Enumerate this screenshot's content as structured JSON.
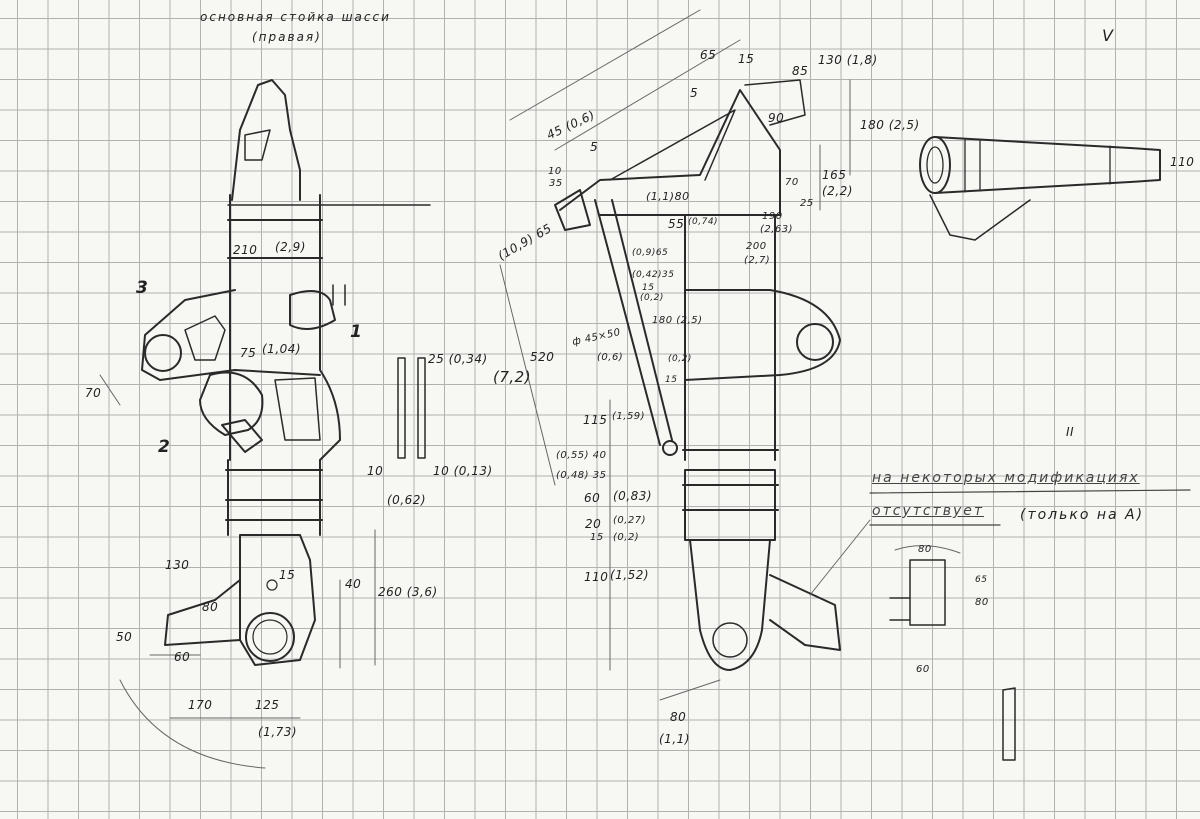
{
  "title": {
    "line1": "основная стойка шасси",
    "line2": "(правая)"
  },
  "left_view": {
    "labels": [
      "210",
      "(2,9)",
      "3",
      "1",
      "75",
      "(1,04)",
      "70",
      "2",
      "25 (0,34)",
      "10",
      "10 (0,13)",
      "(0,62)",
      "130",
      "80",
      "15",
      "40",
      "260 (3,6)",
      "50",
      "60",
      "170",
      "125",
      "(1,73)"
    ]
  },
  "middle_view": {
    "labels": [
      "45 (0,6)",
      "5",
      "10",
      "35",
      "(1,1)80",
      "65",
      "15",
      "5",
      "85",
      "130 (1,8)",
      "90",
      "180 (2,5)",
      "70",
      "165",
      "(2,2)",
      "25",
      "55",
      "(0,74)",
      "190",
      "(2,63)",
      "200",
      "(2,7)",
      "(10,9) 65",
      "(0,9)65",
      "(0,42)35",
      "15",
      "(0,2)",
      "180 (2,5)",
      "520",
      "(7,2)",
      "ф 45×50",
      "(0,6)",
      "(0,2)",
      "15",
      "115",
      "(1,59)",
      "(0,55) 40",
      "(0,48) 35",
      "60",
      "(0,83)",
      "20",
      "(0,27)",
      "15",
      "(0,2)",
      "110",
      "(1,52)",
      "80",
      "(1,1)"
    ]
  },
  "right_view": {
    "labels": [
      "V",
      "110",
      "II",
      "80",
      "65",
      "80",
      "60"
    ],
    "note": {
      "line1": "на некоторых модификациях",
      "line2": "отсутствует",
      "line3": "(только на А)"
    }
  }
}
